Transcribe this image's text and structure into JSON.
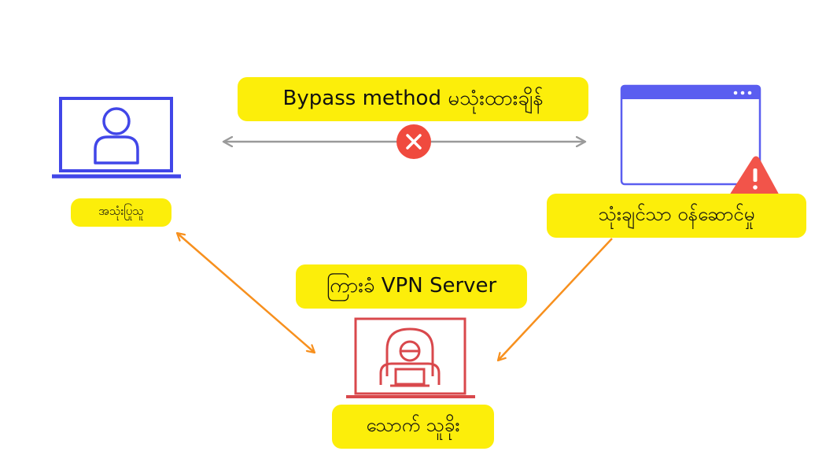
{
  "labels": {
    "bypass": "Bypass method မသုံးထားချိန်",
    "user": "အသုံးပြုသူ",
    "service": "သုံးချင်သာ ဝန်ဆောင်မှု",
    "vpn_server": "ကြားခံ VPN Server",
    "hacker": "သောက် သူခိုး"
  },
  "icons": {
    "user_laptop": "user-laptop-icon",
    "browser_window": "browser-window-icon",
    "warning": "warning-triangle-icon",
    "blocked": "x-circle-icon",
    "hacker_laptop": "hacker-laptop-icon"
  },
  "colors": {
    "label_bg": "#fcee0a",
    "user_blue": "#4146e8",
    "browser_blue": "#5a5ef0",
    "warning_red": "#f2544a",
    "blocked_red": "#f04a3e",
    "hacker_red": "#d9484c",
    "arrow_orange": "#f7901e",
    "arrow_gray": "#9a9a9a"
  }
}
